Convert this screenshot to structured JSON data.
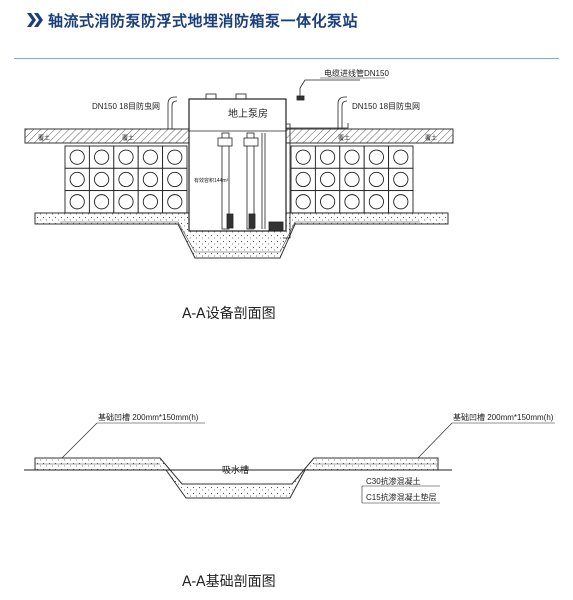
{
  "header": {
    "title": "轴流式消防泵防浮式地埋消防箱泵一体化泵站",
    "accent_color": "#1b3f7a",
    "icon": "double-chevron-right-icon"
  },
  "section1": {
    "cable_label": "电缆进线管DN150",
    "vent_left_label": "DN150 18目防虫网",
    "vent_right_label": "DN150 18目防虫网",
    "pump_room_label": "地上泵房",
    "soil_left_label": "覆土",
    "soil_left2_label": "覆土",
    "soil_right_label": "覆土",
    "soil_right2_label": "覆土",
    "volume_label": "有效容积144m³",
    "caption": "A-A设备剖面图"
  },
  "section2": {
    "trench_left_label": "基础凹槽 200mm*150mm(h)",
    "trench_right_label": "基础凹槽 200mm*150mm(h)",
    "sump_label": "吸水槽",
    "c30_label": "C30抗渗混凝土",
    "c15_label": "C15抗渗混凝土垫层",
    "caption": "A-A基础剖面图"
  }
}
